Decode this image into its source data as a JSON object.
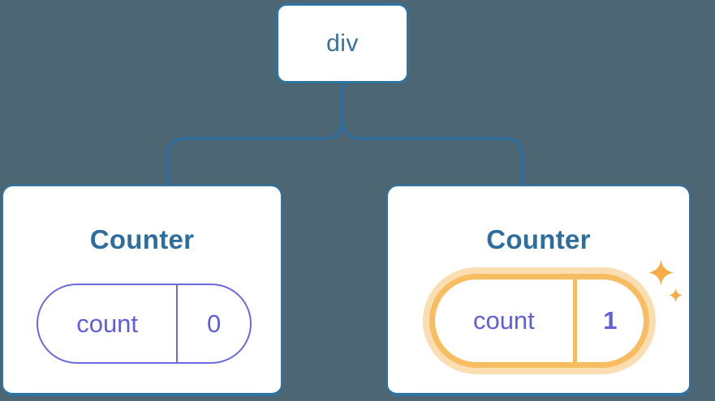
{
  "colors": {
    "background": "#4D6673",
    "connector": "#2E6E9E",
    "node-border": "#2E74A3",
    "card-bg": "#FFFFFF",
    "title-text": "#2D6E9E",
    "node-text": "#35719F",
    "pill": "#6A69E0",
    "pill-text": "#605EDC",
    "highlight": "#F8BC61",
    "highlight-halo": "#FBDDB2",
    "sparkle": "#F6AC49"
  },
  "tree": {
    "root": {
      "label": "div"
    },
    "children": [
      {
        "title": "Counter",
        "state_key": "count",
        "state_value": "0",
        "highlighted": false
      },
      {
        "title": "Counter",
        "state_key": "count",
        "state_value": "1",
        "highlighted": true
      }
    ]
  }
}
